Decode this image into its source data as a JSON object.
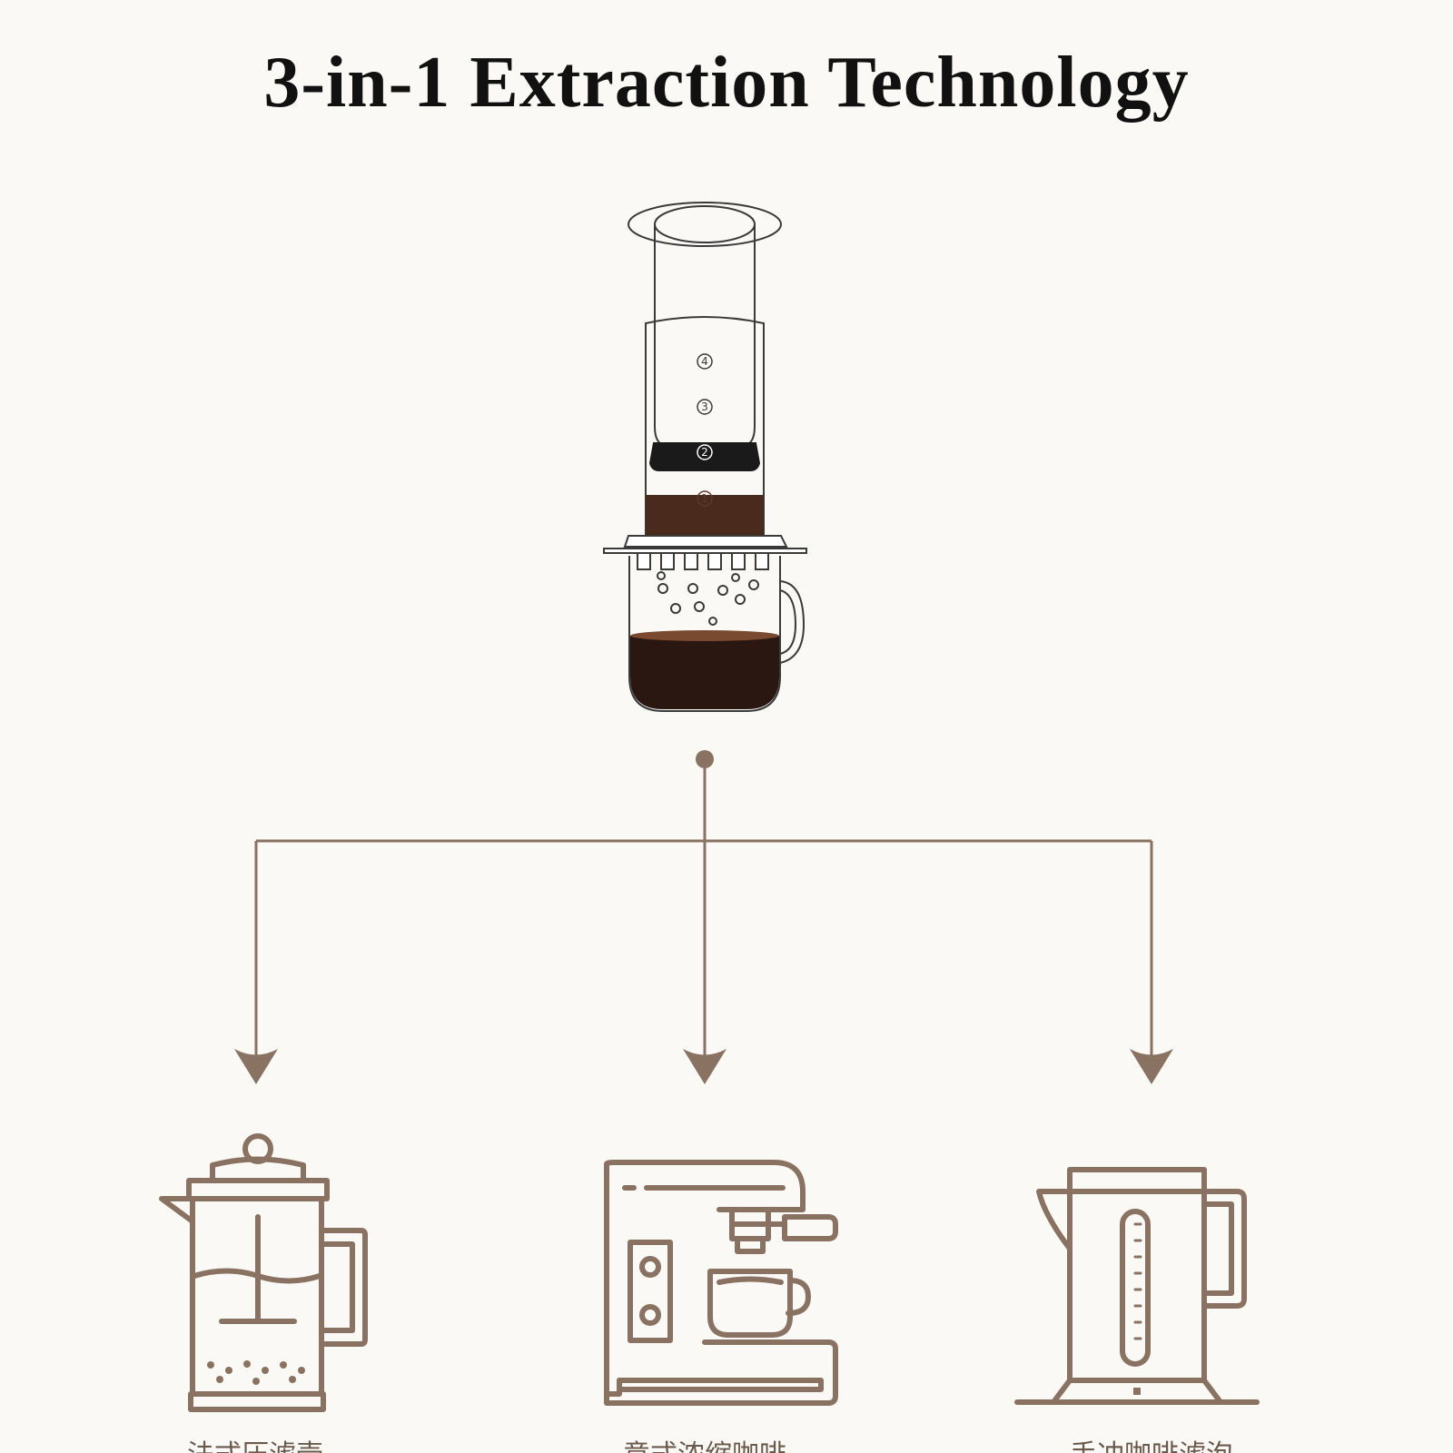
{
  "title": "3-in-1 Extraction Technology",
  "colors": {
    "background": "#fbf9f5",
    "connector": "#8a7262",
    "icon_stroke": "#8a7262",
    "coffee_dark": "#2a1712",
    "coffee_crema": "#7a4a30",
    "outline": "#3a3a3a"
  },
  "source": {
    "icon": "coffee-press-plunger-icon",
    "markings": [
      "4",
      "3",
      "2",
      "1"
    ]
  },
  "targets": [
    {
      "icon": "french-press-icon",
      "caption": "法式压滤壶"
    },
    {
      "icon": "espresso-machine-icon",
      "caption": "意式浓缩咖啡"
    },
    {
      "icon": "pour-over-kettle-icon",
      "caption": "手冲咖啡滤泡"
    }
  ]
}
